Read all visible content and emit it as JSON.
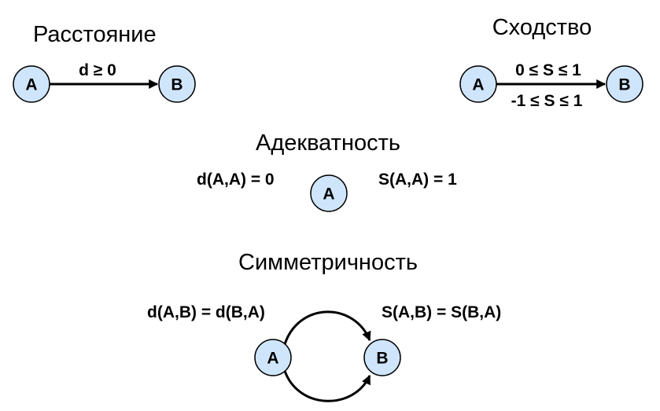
{
  "sections": {
    "distance": {
      "title": "Расстояние",
      "node_a": "A",
      "node_b": "B",
      "edge_label": "d ≥ 0"
    },
    "similarity": {
      "title": "Сходство",
      "node_a": "A",
      "node_b": "B",
      "edge_label_top": "0 ≤ S ≤ 1",
      "edge_label_bottom": "-1 ≤ S ≤ 1"
    },
    "adequacy": {
      "title": "Адекватность",
      "node": "A",
      "formula_left": "d(A,A) = 0",
      "formula_right": "S(A,A) = 1"
    },
    "symmetry": {
      "title": "Симметричность",
      "node_a": "A",
      "node_b": "B",
      "formula_left": "d(A,B) = d(B,A)",
      "formula_right": "S(A,B) = S(B,A)"
    }
  },
  "colors": {
    "node_fill": "#cfe5fb",
    "stroke": "#000000",
    "text": "#000000"
  }
}
